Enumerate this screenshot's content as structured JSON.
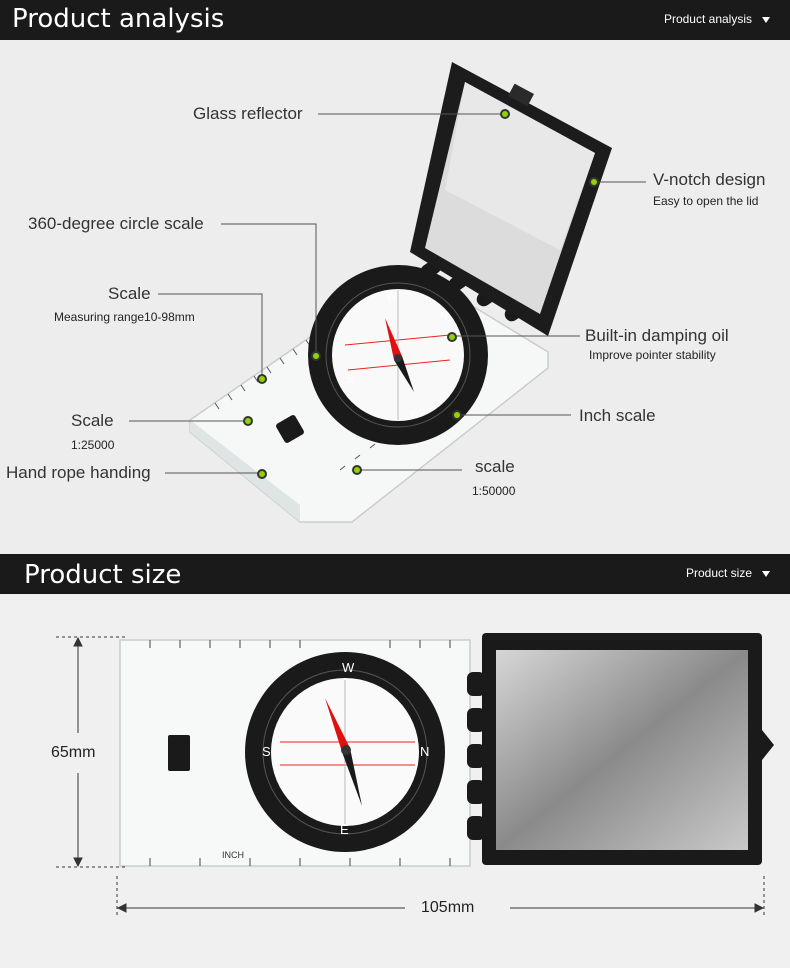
{
  "sections": {
    "analysis": {
      "title": "Product analysis",
      "nav": "Product analysis"
    },
    "size": {
      "title": "Product size",
      "nav": "Product size"
    }
  },
  "callouts": {
    "glass_reflector": "Glass reflector",
    "vnotch": "V-notch design",
    "vnotch_sub": "Easy to open the lid",
    "circle_scale": "360-degree circle scale",
    "scale_a": "Scale",
    "scale_a_sub": "Measuring range10-98mm",
    "damping": "Built-in damping oil",
    "damping_sub": "Improve pointer stability",
    "scale_b": "Scale",
    "scale_b_sub": "1:25000",
    "inch": "Inch scale",
    "rope": "Hand rope handing",
    "scale_c": "scale",
    "scale_c_sub": "1:50000"
  },
  "dimensions": {
    "height": "65mm",
    "width": "105mm"
  },
  "compass_marks": {
    "n": "N",
    "s": "S",
    "e": "E",
    "w": "W",
    "inch": "INCH"
  },
  "colors": {
    "banner": "#1a1a1a",
    "dot": "#8fd400",
    "needle": "#e01010"
  }
}
